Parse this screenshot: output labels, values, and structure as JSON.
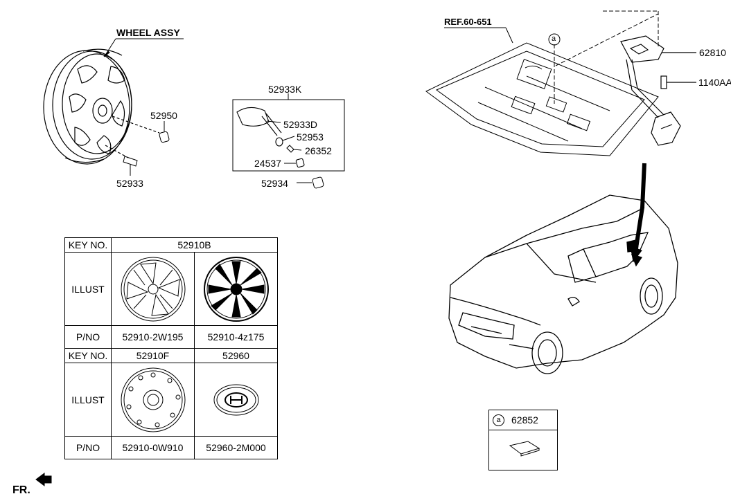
{
  "wheel_assy": {
    "title": "WHEEL ASSY",
    "parts": [
      "52950",
      "52933"
    ]
  },
  "tpms_kit": {
    "kit_no": "52933K",
    "parts": [
      "52933D",
      "52953",
      "26352",
      "24537"
    ],
    "outside_part": "52934"
  },
  "spare_carrier": {
    "ref": "REF.60-651",
    "callout": "a",
    "parts": [
      "62810",
      "1140AA"
    ]
  },
  "spec_table": {
    "key_label": "KEY NO.",
    "illust_label": "ILLUST",
    "pno_label": "P/NO",
    "section1": {
      "key": "52910B",
      "pno": [
        "52910-2W195",
        "52910-4z175"
      ]
    },
    "section2": {
      "keys": [
        "52910F",
        "52960"
      ],
      "pno": [
        "52910-0W910",
        "52960-2M000"
      ]
    }
  },
  "legend_box": {
    "callout": "a",
    "part": "62852"
  },
  "footer": {
    "direction_label": "FR."
  }
}
